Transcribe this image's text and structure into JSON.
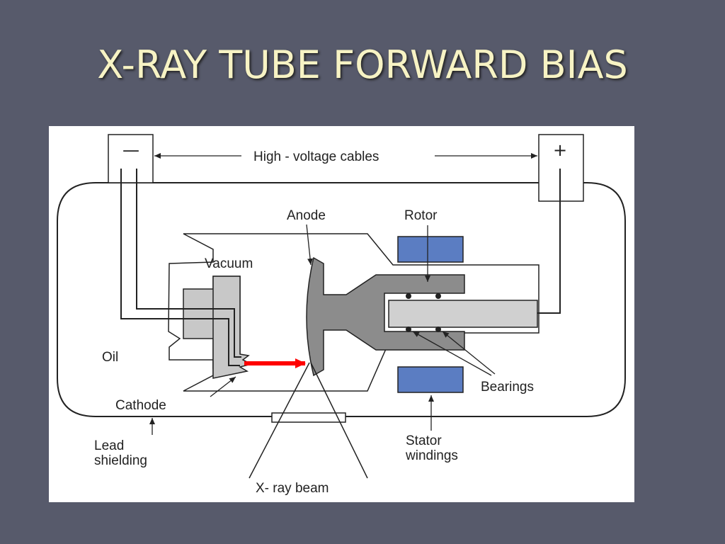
{
  "slide": {
    "title": "X-RAY TUBE FORWARD BIAS"
  },
  "diagram": {
    "labels": {
      "negative_terminal": "—",
      "positive_terminal": "+",
      "high_voltage_cables": "High - voltage cables",
      "anode": "Anode",
      "rotor": "Rotor",
      "vacuum": "Vacuum",
      "oil": "Oil",
      "bearings": "Bearings",
      "cathode": "Cathode",
      "lead_shielding_line1": "Lead",
      "lead_shielding_line2": "shielding",
      "stator_line1": "Stator",
      "stator_line2": "windings",
      "xray_beam": "X- ray beam"
    },
    "colors": {
      "panel": "#ffffff",
      "glass_fill": "#c8c8c8",
      "anode_fill": "#8c8c8c",
      "stator_fill": "#5b7dc2",
      "electron_arrow": "#ff0000",
      "title": "#f7f3c4",
      "background": "#575a6b"
    }
  }
}
